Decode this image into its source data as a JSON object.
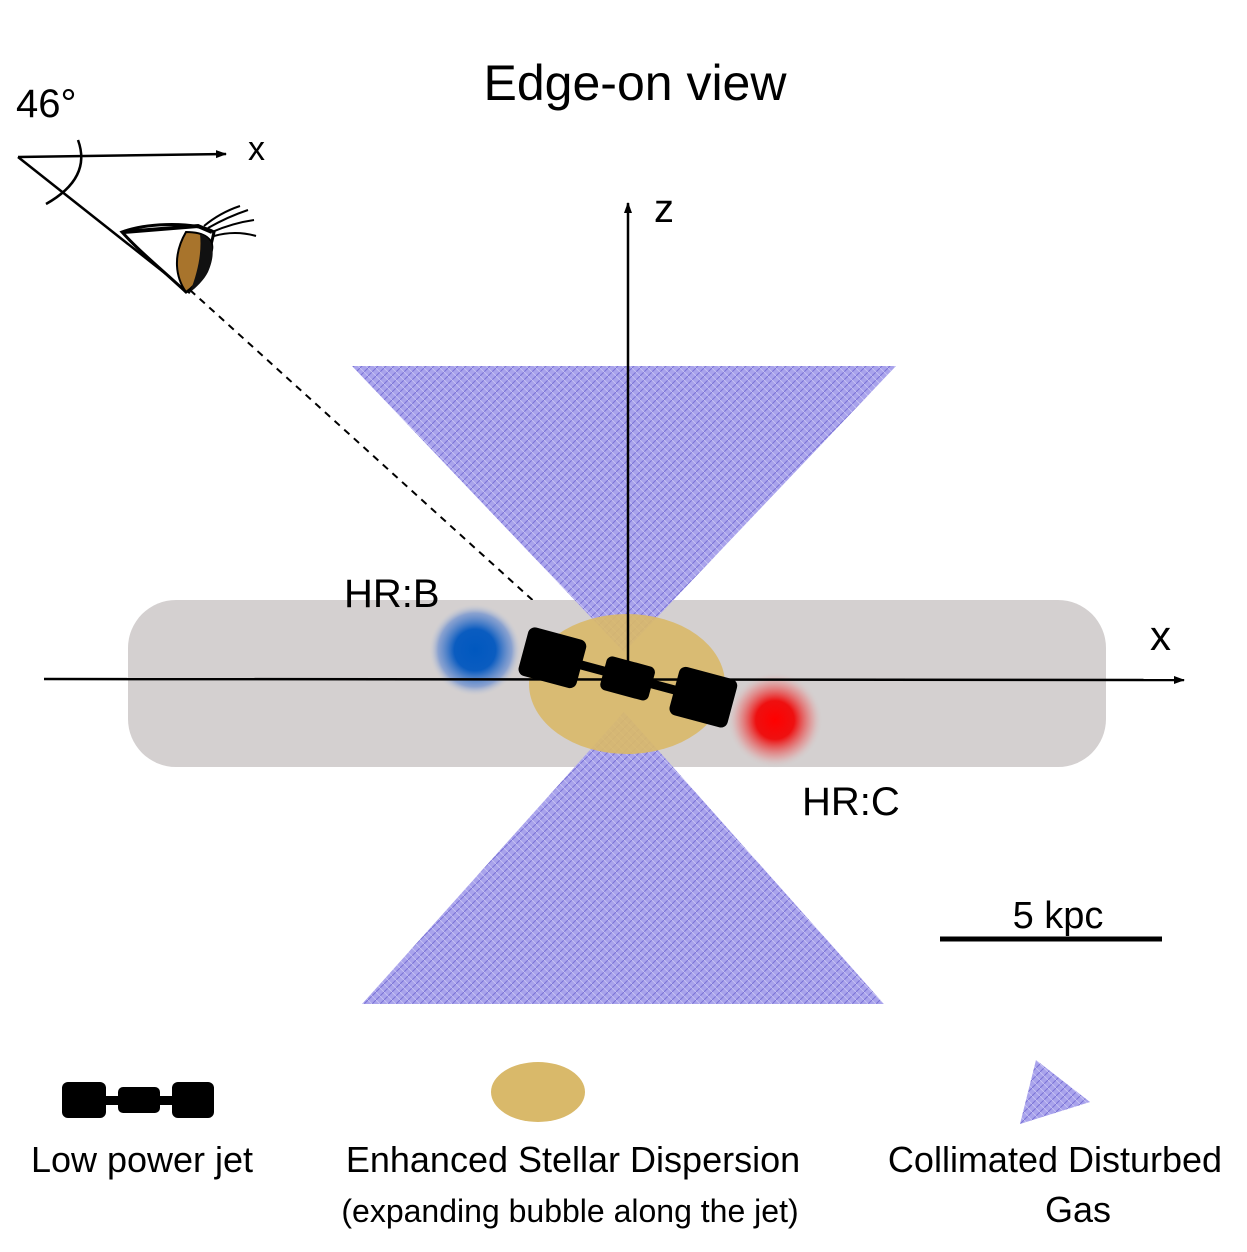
{
  "title": "Edge-on view",
  "viewer": {
    "angle_label": "46°",
    "axis_label": "x",
    "angle_deg": 46
  },
  "axes": {
    "z_label": "z",
    "x_label": "x"
  },
  "regions": {
    "hr_b": "HR:B",
    "hr_c": "HR:C"
  },
  "scale_bar": {
    "label": "5 kpc"
  },
  "legend": {
    "jet": {
      "label": "Low power jet"
    },
    "dispersion": {
      "label": "Enhanced Stellar Dispersion",
      "sublabel": "(expanding bubble along the jet)"
    },
    "gas": {
      "label_line1": "Collimated Disturbed",
      "label_line2": "Gas"
    }
  },
  "colors": {
    "disk": "#d4d0d0",
    "bubble": "#d9b96a",
    "cone": "#a9a3ec",
    "blob_blue": "#0055bb",
    "blob_red": "#ee0000",
    "iris": "#a8742c",
    "jet": "#000000"
  }
}
